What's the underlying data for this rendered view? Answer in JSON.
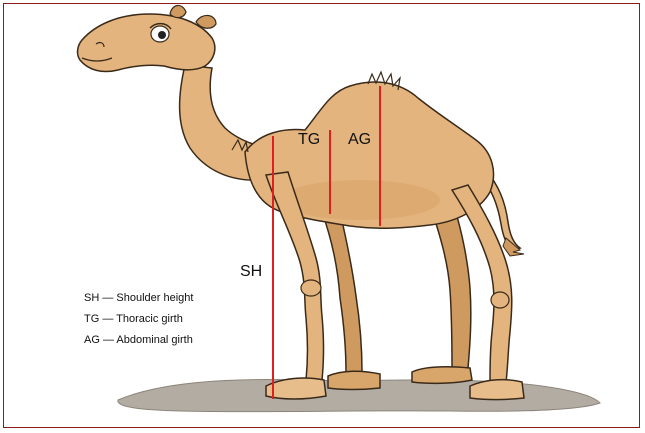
{
  "labels": {
    "shoulder": "SH",
    "thoracic": "TG",
    "abdominal": "AG"
  },
  "legend": [
    "SH — Shoulder height",
    "TG — Thoracic girth",
    "AG — Abdominal girth"
  ],
  "colors": {
    "frame": "#8b1a1a",
    "camel": "#e3b47e",
    "camel_shade": "#cf9a5f",
    "outline": "#3a2a1a",
    "measure_line": "#e02020",
    "ground": "#b3aca3"
  }
}
